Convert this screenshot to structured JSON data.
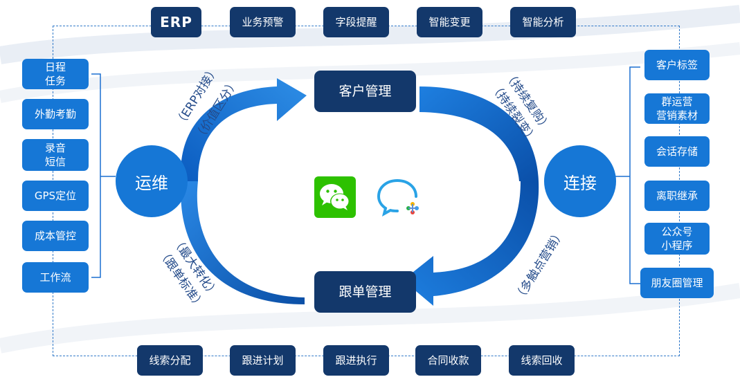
{
  "top_items": [
    "ERP",
    "业务预警",
    "字段提醒",
    "智能变更",
    "智能分析"
  ],
  "bottom_items": [
    "线索分配",
    "跟进计划",
    "跟进执行",
    "合同收款",
    "线索回收"
  ],
  "left_items": [
    "日程\n任务",
    "外勤考勤",
    "录音\n短信",
    "GPS定位",
    "成本管控",
    "工作流"
  ],
  "right_items": [
    "客户标签",
    "群运营\n营销素材",
    "会话存储",
    "离职继承",
    "公众号\n小程序",
    "朋友圈管理"
  ],
  "left_circle": "运维",
  "right_circle": "连接",
  "center_top": "客户管理",
  "center_bottom": "跟单管理",
  "tilted_labels": {
    "upper_left_1": "（ERP对接）",
    "upper_left_2": "（价值区分）",
    "upper_right_1": "（持续复购）",
    "upper_right_2": "（持续裂变）",
    "lower_left_1": "（最大转化）",
    "lower_left_2": "（跟单标准）",
    "lower_right": "（多触点营销）"
  },
  "colors": {
    "navy": "#13386b",
    "blue": "#1677d6",
    "arrow": "#1a6fd0",
    "text": "#244b8a",
    "wechat_green": "#2dc100",
    "wecom_blue": "#2aa3e6"
  },
  "icons": {
    "wechat": "wechat-icon",
    "wecom": "wecom-icon"
  }
}
